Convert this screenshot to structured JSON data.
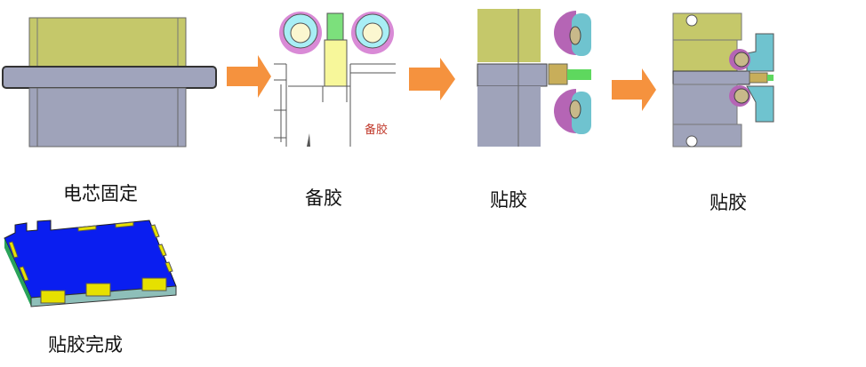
{
  "steps": [
    {
      "label": "电芯固定"
    },
    {
      "label": "备胶",
      "inline_label": "备胶"
    },
    {
      "label": "贴胶"
    },
    {
      "label": "贴胶"
    }
  ],
  "result": {
    "label": "贴胶完成"
  },
  "colors": {
    "arrow": "#F5923E",
    "olive": "#C5C86A",
    "steel": "#A0A4BC",
    "roller": "#D77FD0",
    "cyan": "#6FC3CF",
    "glue": "#F7F79A",
    "battery_top": "#0A1EF0",
    "tape": "#E6E000"
  }
}
